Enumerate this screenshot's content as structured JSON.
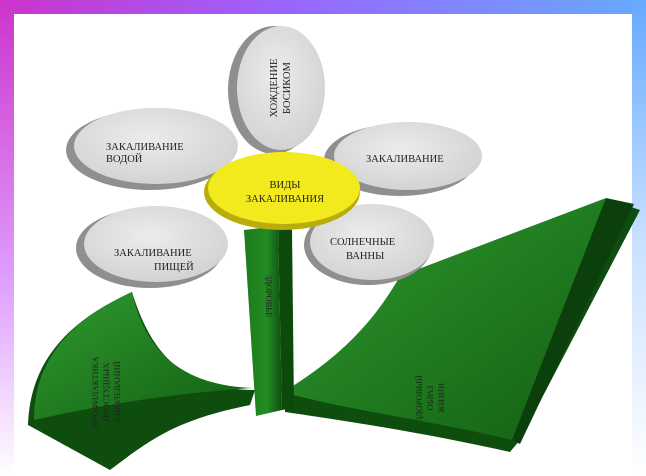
{
  "diagram": {
    "center": {
      "line1": "ВИДЫ",
      "line2": "ЗАКАЛИВАНИЯ"
    },
    "petals": {
      "top": {
        "line1": "ХОЖДЕНИЕ",
        "line2": "БОСИКОМ"
      },
      "upper_left": {
        "line1": "ЗАКАЛИВАНИЕ",
        "line2": "ВОДОЙ"
      },
      "upper_right": {
        "line1": "ЗАКАЛИВАНИЕ"
      },
      "lower_left": {
        "line1": "ЗАКАЛИВАНИЕ",
        "line2": "ПИЩЕЙ"
      },
      "lower_right": {
        "line1": "СОЛНЕЧНЫЕ",
        "line2": "ВАННЫ"
      }
    },
    "stem": {
      "label": "ЗДОРОВЬЕ"
    },
    "left_leaf": {
      "line1": "ПРОФИЛАКТИКА",
      "line2": "ПРОСТУДНЫХ",
      "line3": "ЗАБОЛЕВАНИЙ"
    },
    "right_leaf": {
      "line1": "ЗДОРОВЫЙ",
      "line2": "ОБРАЗ",
      "line3": "ЖИЗНИ"
    }
  },
  "colors": {
    "frame_magenta": "#cc33cc",
    "frame_blue": "#66aaff",
    "petal_fill": "#dcdcdc",
    "petal_side": "#9a9a9a",
    "center_fill": "#f2ea1c",
    "leaf_green": "#1f7a1f",
    "leaf_dark": "#0f4d0f"
  }
}
